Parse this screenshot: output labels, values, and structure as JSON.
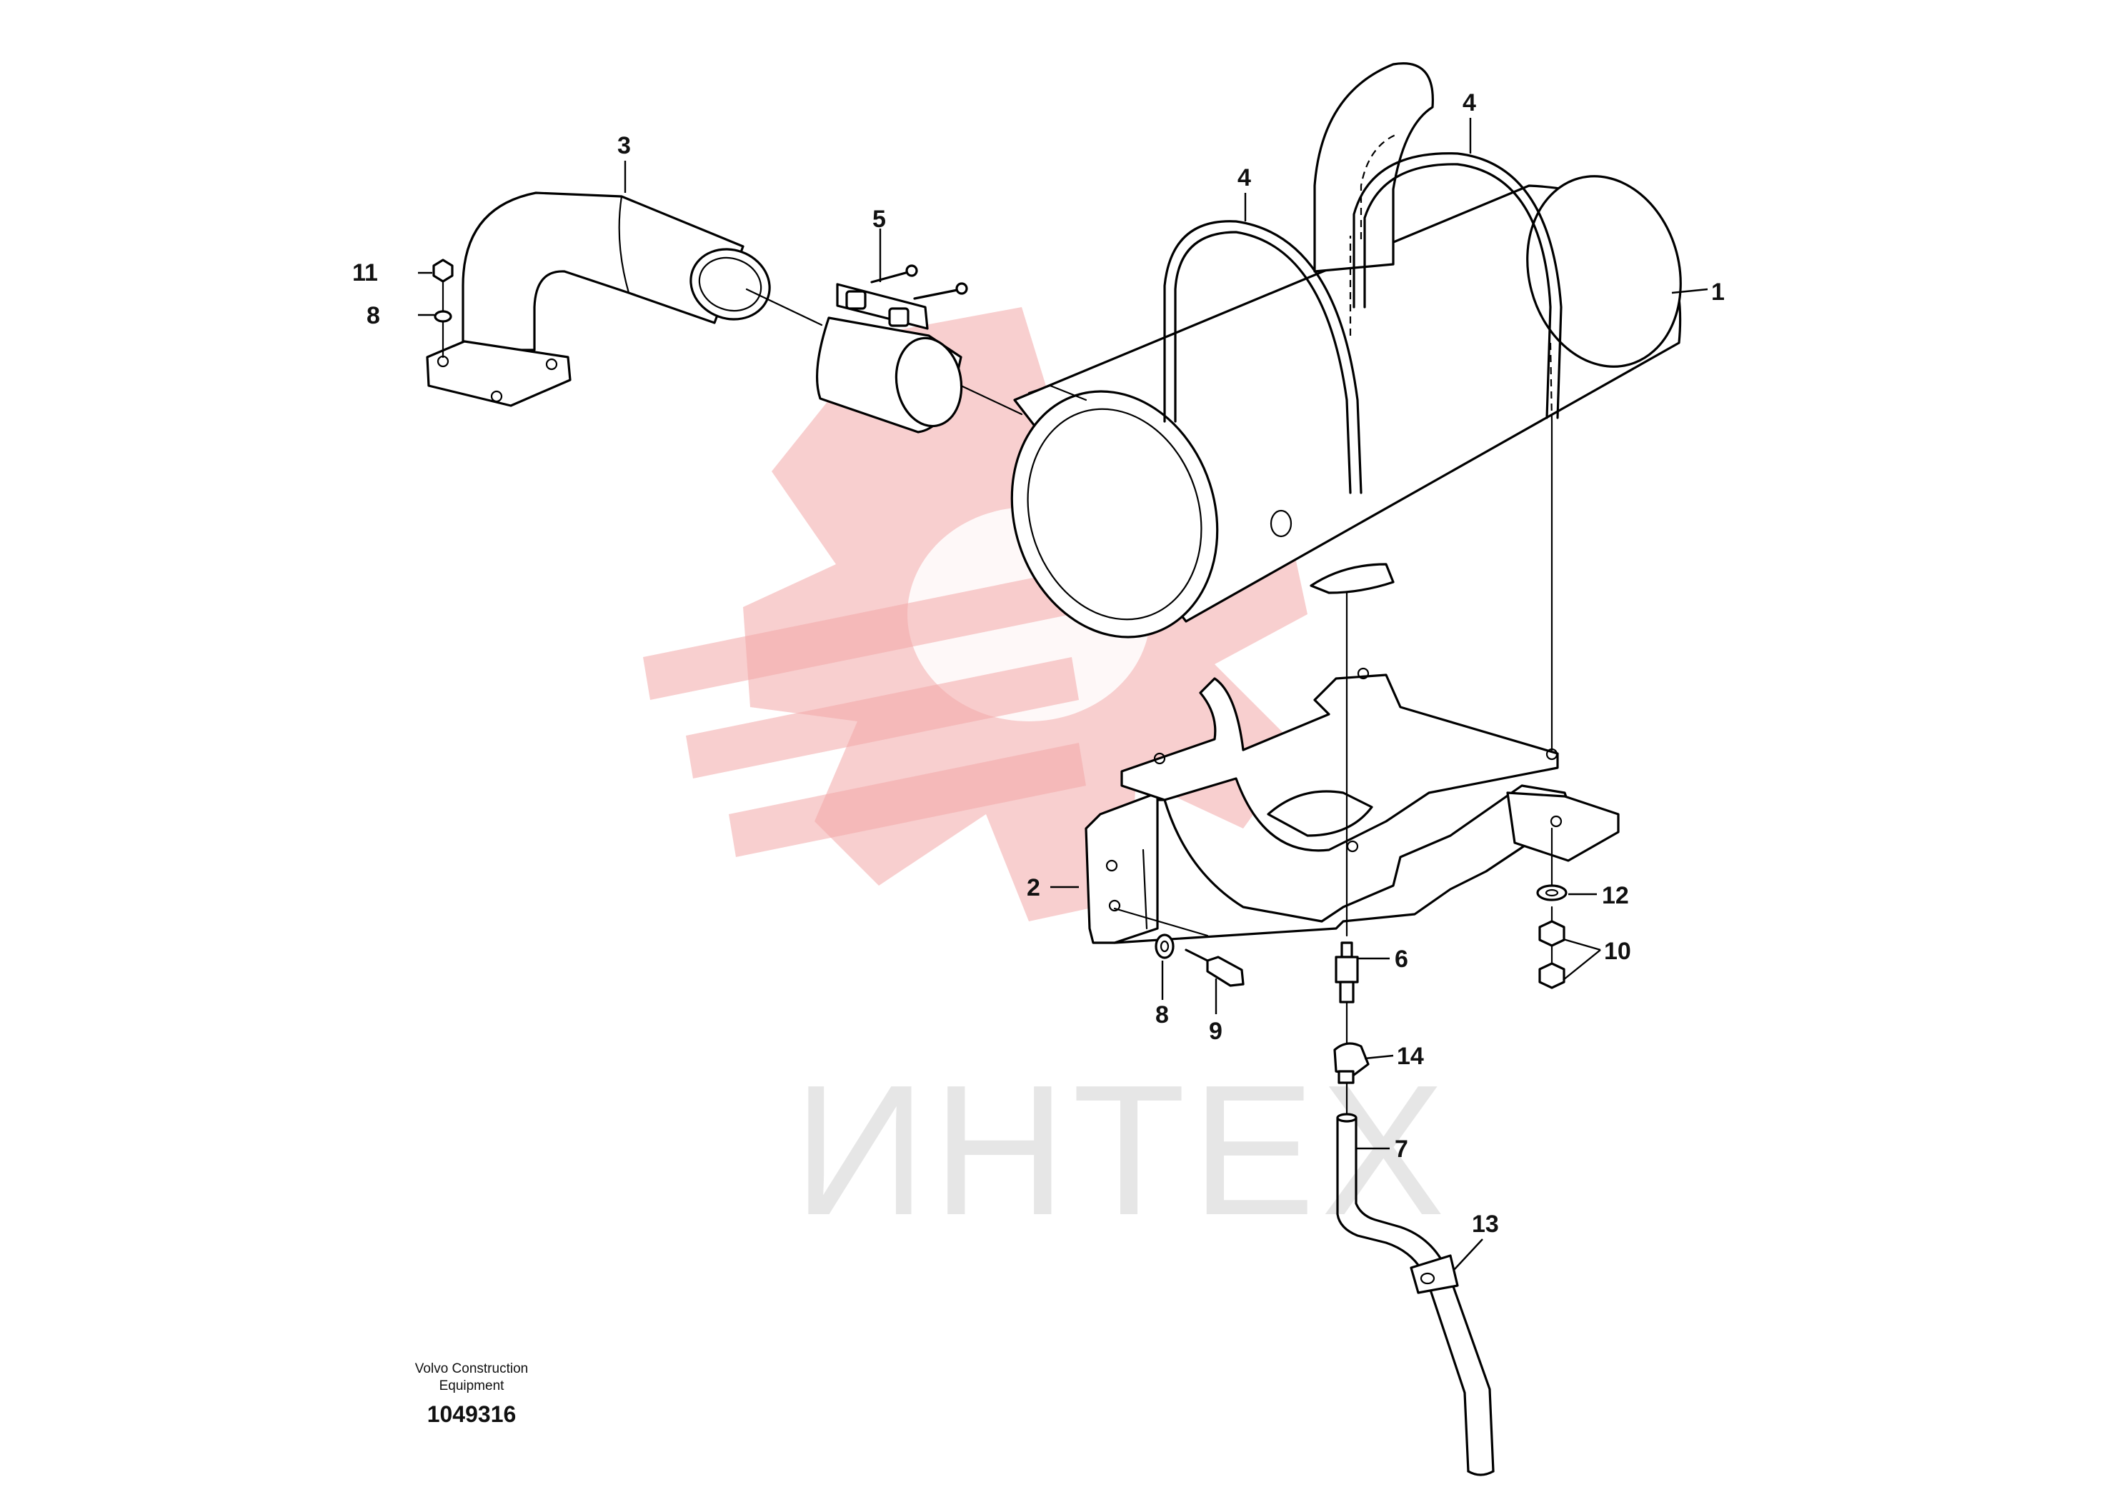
{
  "watermark": {
    "text": "ИНТЕХ",
    "color": "#f2a7a7"
  },
  "publisher": {
    "line1": "Volvo Construction",
    "line2": "Equipment"
  },
  "drawing_number": "1049316",
  "callouts": [
    {
      "id": "c1",
      "label": "1",
      "part": "muffler"
    },
    {
      "id": "c2",
      "label": "2",
      "part": "bracket"
    },
    {
      "id": "c3",
      "label": "3",
      "part": "exhaust-pipe"
    },
    {
      "id": "c4a",
      "label": "4",
      "part": "u-bolt"
    },
    {
      "id": "c4b",
      "label": "4",
      "part": "u-bolt"
    },
    {
      "id": "c5",
      "label": "5",
      "part": "clamp"
    },
    {
      "id": "c6",
      "label": "6",
      "part": "nipple"
    },
    {
      "id": "c7",
      "label": "7",
      "part": "drain-hose"
    },
    {
      "id": "c8a",
      "label": "8",
      "part": "washer"
    },
    {
      "id": "c8b",
      "label": "8",
      "part": "washer"
    },
    {
      "id": "c9",
      "label": "9",
      "part": "screw"
    },
    {
      "id": "c10",
      "label": "10",
      "part": "nut"
    },
    {
      "id": "c11",
      "label": "11",
      "part": "nut"
    },
    {
      "id": "c12",
      "label": "12",
      "part": "washer"
    },
    {
      "id": "c13",
      "label": "13",
      "part": "hose-clamp"
    },
    {
      "id": "c14",
      "label": "14",
      "part": "hose-clip"
    }
  ]
}
